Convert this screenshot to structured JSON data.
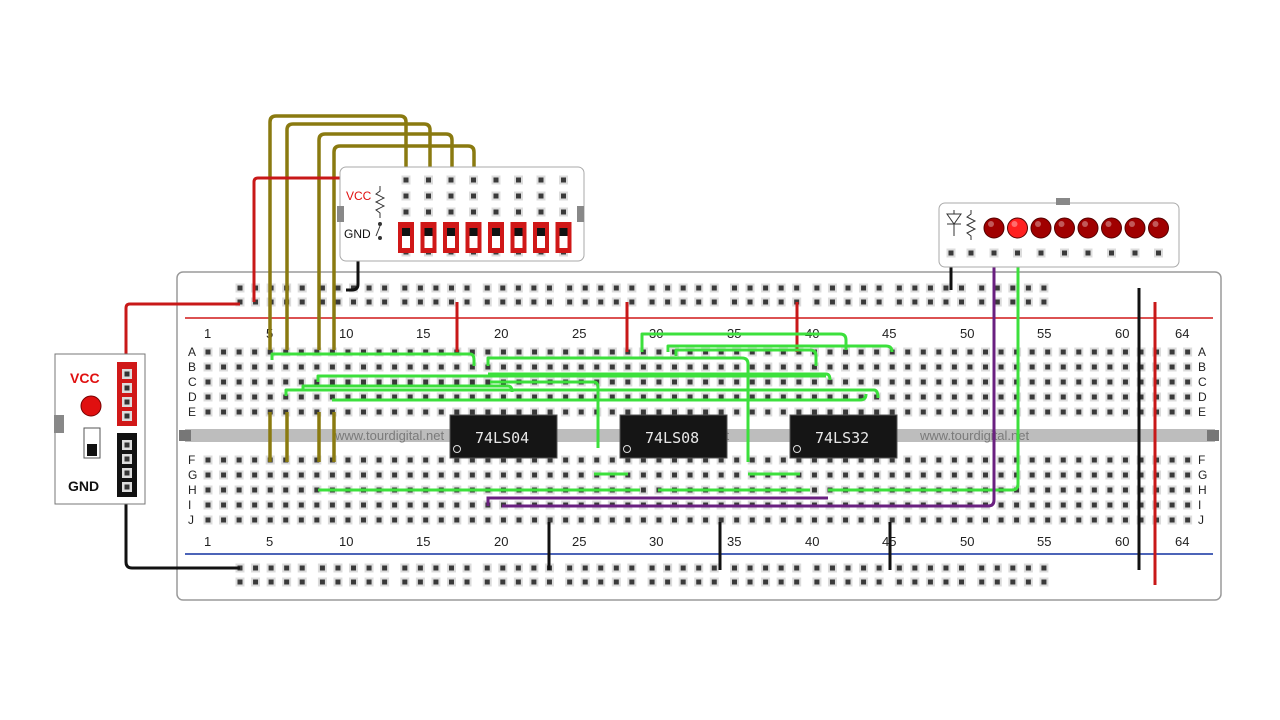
{
  "breadboard": {
    "column_labels": [
      "1",
      "5",
      "10",
      "15",
      "20",
      "25",
      "30",
      "35",
      "40",
      "45",
      "50",
      "55",
      "60",
      "64"
    ],
    "row_labels_top": [
      "A",
      "B",
      "C",
      "D",
      "E"
    ],
    "row_labels_bottom": [
      "F",
      "G",
      "H",
      "I",
      "J"
    ],
    "watermark": "www.tourdigital.net",
    "rail_top_color": "#d01818",
    "rail_bottom_color": "#1030a0"
  },
  "chips": [
    {
      "label": "74LS04"
    },
    {
      "label": "74LS08"
    },
    {
      "label": "74LS32"
    }
  ],
  "power_supply": {
    "vcc_label": "VCC",
    "gnd_label": "GND",
    "led_color": "#e01010"
  },
  "switch_module": {
    "vcc_label": "VCC",
    "gnd_label": "GND",
    "switch_count": 8
  },
  "led_module": {
    "led_count": 8,
    "led_color": "#a00000",
    "lit_color": "#ff2020"
  },
  "wire_colors": {
    "data": "#3ce03c",
    "power": "#c81818",
    "ground": "#111111",
    "switch": "#8a7a10",
    "output": "#6a2080"
  }
}
